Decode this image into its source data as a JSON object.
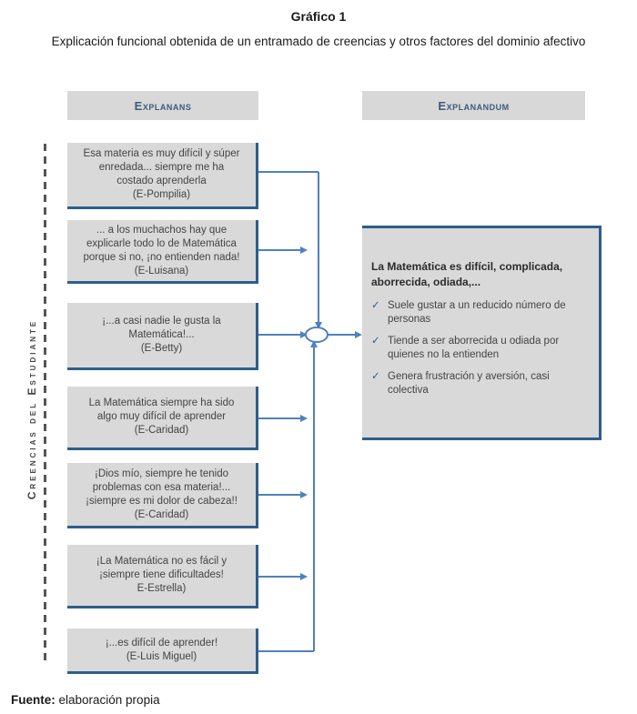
{
  "title": "Gráfico 1",
  "subtitle": "Explicación funcional obtenida de un entramado de creencias y otros factores del dominio afectivo",
  "headers": {
    "left": "Explanans",
    "right": "Explanandum"
  },
  "vertical_label": "Creencias del Estudiante",
  "beliefs": [
    {
      "lines": [
        "Esa materia es muy difícil y súper",
        "enredada... siempre me ha",
        "costado aprenderla",
        "(E-Pompilia)"
      ]
    },
    {
      "lines": [
        "... a los muchachos hay que",
        "explicarle todo lo de Matemática",
        "porque si no, ¡no entienden nada!",
        "(E-Luisana)"
      ]
    },
    {
      "lines": [
        "¡...a casi nadie le gusta la",
        "Matemática!...",
        "(E-Betty)"
      ]
    },
    {
      "lines": [
        "La Matemática siempre ha sido",
        "algo muy difícil de aprender",
        "(E-Caridad)"
      ]
    },
    {
      "lines": [
        "¡Dios mío, siempre he tenido",
        "problemas con esa materia!...",
        "¡siempre es mi dolor de cabeza!!",
        "(E-Caridad)"
      ]
    },
    {
      "lines": [
        "¡La Matemática no es fácil y",
        "¡siempre tiene dificultades!",
        "E-Estrella)"
      ]
    },
    {
      "lines": [
        "¡...es difícil de aprender!",
        "(E-Luis Miguel)"
      ]
    }
  ],
  "result": {
    "main": "La Matemática es difícil, complicada, aborrecida, odiada,...",
    "check_icon": "✓",
    "items": [
      "Suele gustar a un reducido número de personas",
      "Tiende a ser aborrecida u odiada por quienes no la entienden",
      "Genera frustración y aversión, casi colectiva"
    ]
  },
  "source": {
    "label": "Fuente:",
    "text": " elaboración propia"
  },
  "colors": {
    "arrow": "#4f81bd",
    "box_border": "#2e5e8c",
    "box_fill": "#d9d9d9",
    "header_text": "#3d5a7e"
  }
}
